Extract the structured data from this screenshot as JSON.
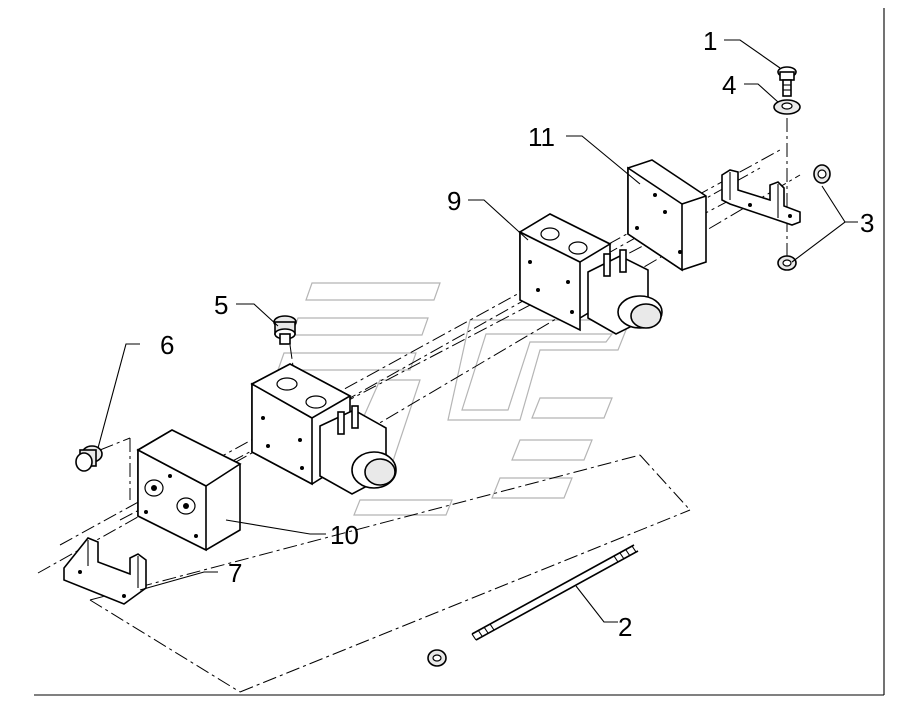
{
  "callouts": [
    {
      "id": "c1",
      "text": "1"
    },
    {
      "id": "c2",
      "text": "2"
    },
    {
      "id": "c3",
      "text": "3"
    },
    {
      "id": "c4",
      "text": "4"
    },
    {
      "id": "c5",
      "text": "5"
    },
    {
      "id": "c6",
      "text": "6"
    },
    {
      "id": "c7",
      "text": "7"
    },
    {
      "id": "c9",
      "text": "9"
    },
    {
      "id": "c10",
      "text": "10"
    },
    {
      "id": "c11",
      "text": "11"
    }
  ]
}
